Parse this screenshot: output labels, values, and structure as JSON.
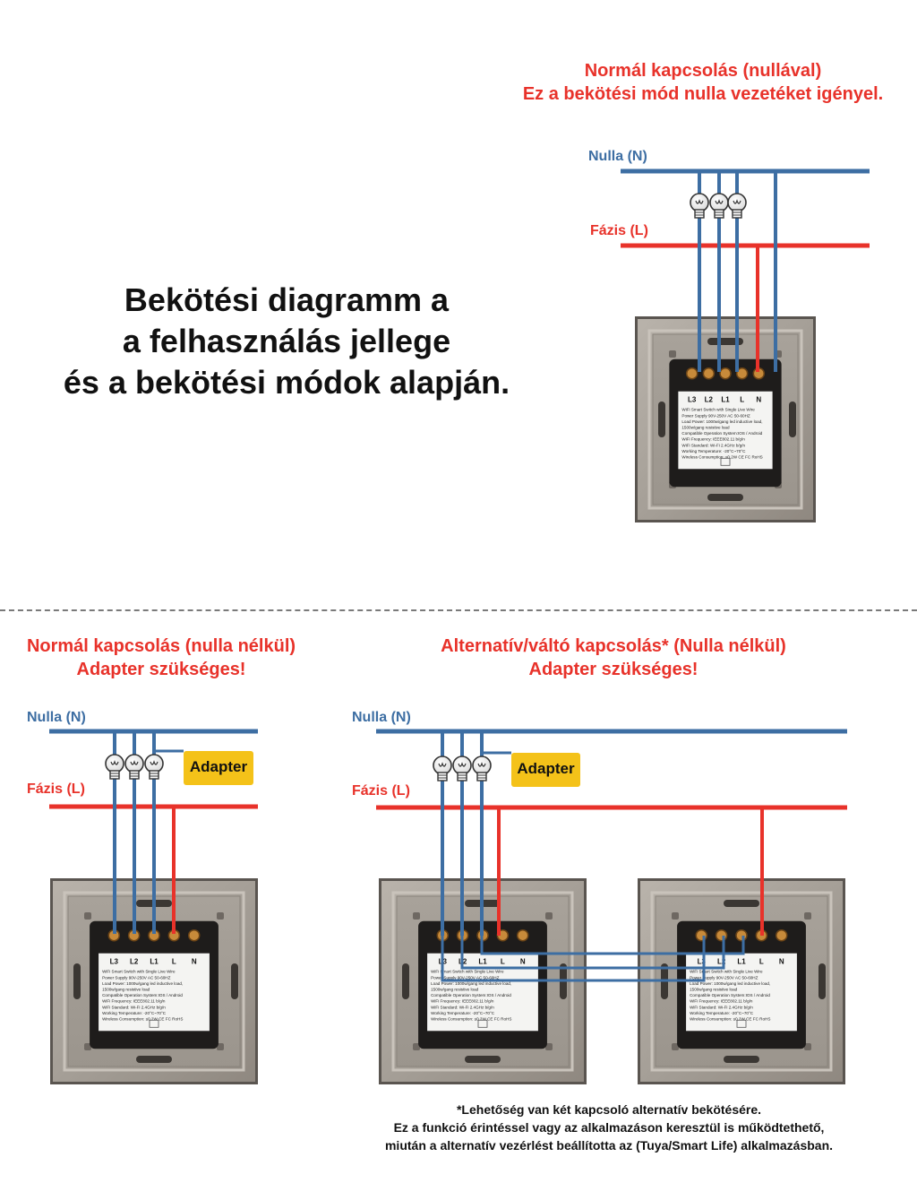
{
  "main_title": {
    "line1": "Bekötési diagramm a",
    "line2": "a felhasználás jellege",
    "line3": "és a bekötési módok alapján."
  },
  "top_section": {
    "title_line1": "Normál kapcsolás (nullával)",
    "title_line2": "Ez a bekötési mód nulla vezetéket igényel.",
    "neutral_label": "Nulla (N)",
    "phase_label": "Fázis (L)"
  },
  "bottom_left": {
    "title_line1": "Normál kapcsolás (nulla nélkül)",
    "title_line2": "Adapter szükséges!",
    "neutral_label": "Nulla (N)",
    "phase_label": "Fázis (L)",
    "adapter_label": "Adapter"
  },
  "bottom_right": {
    "title_line1": "Alternatív/váltó kapcsolás* (Nulla nélkül)",
    "title_line2": "Adapter szükséges!",
    "neutral_label": "Nulla (N)",
    "phase_label": "Fázis (L)",
    "adapter_label": "Adapter"
  },
  "switch_module": {
    "terminals": [
      "L3",
      "L2",
      "L1",
      "L",
      "N"
    ],
    "spec_lines": [
      "WiFi Smart Switch with Single Live Wire",
      "Power Supply 90V-250V AC  50-60HZ",
      "Load Power: 1000w/gang led inductive load,",
      "1500w/gang resistive load",
      "Compatible Operation System:IOS / Android",
      "WiFi Frequency: IEEE802.11 b/g/n",
      "WiFi Standard: Wi-Fi 2.4GHz b/g/n",
      "Working Temperature: -20°C~70°C",
      "Wireless Consumption: ≤0.2W   CE FC RoHS"
    ]
  },
  "footnote": {
    "line1": "*Lehetőség van két kapcsoló alternatív bekötésére.",
    "line2": "Ez a funkció érintéssel vagy az alkalmazáson keresztül is működtethető,",
    "line3": "miután a alternatív vezérlést beállította az (Tuya/Smart Life) alkalmazásban."
  },
  "colors": {
    "neutral_wire": "#3d6ea3",
    "phase_wire": "#e8322a",
    "adapter_fill": "#f4c219",
    "title_red": "#e8322a"
  }
}
